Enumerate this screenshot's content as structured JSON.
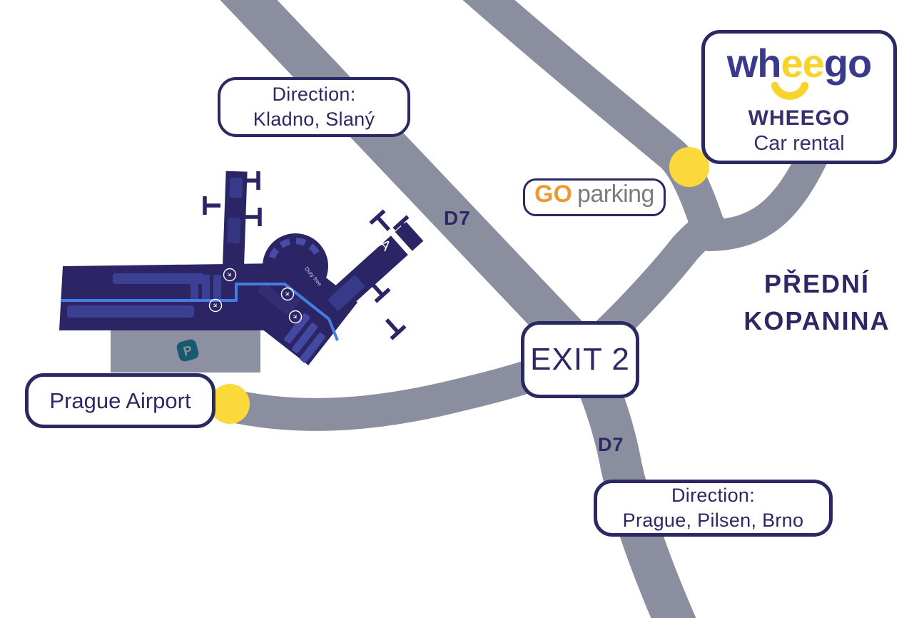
{
  "title": "WHEEGO car rental directions map",
  "colors": {
    "road_gray": "#8b8e9e",
    "terminal_navy": "#2b2565",
    "terminal_light": "#3c4095",
    "terminal_dark_patch": "#332e74",
    "walkway_blue": "#477ce0",
    "marker_yellow": "#fbd93a",
    "text_navy": "#2d2763",
    "box_border_navy": "#2b2963",
    "logo_navy": "#3a3a8c",
    "logo_yellow": "#f6d42c",
    "go_orange": "#ef9833",
    "parking_gray": "#7b7c80",
    "parking_badge_teal": "#175a70"
  },
  "boxes": {
    "direction_north": {
      "line1": "Direction:",
      "line2": "Kladno, Slaný"
    },
    "wheego": {
      "logo_wh": "wh",
      "logo_ee": "ee",
      "logo_go": "go",
      "name": "WHEEGO",
      "subtitle": "Car rental"
    },
    "go_parking": {
      "go": "GO",
      "parking": "parking"
    },
    "exit": {
      "label": "EXIT 2"
    },
    "prague_airport": {
      "label": "Prague Airport"
    },
    "direction_south": {
      "line1": "Direction:",
      "line2": "Prague, Pilsen, Brno"
    }
  },
  "roads": {
    "d7_north_label": "D7",
    "d7_south_label": "D7"
  },
  "area": {
    "line1": "PŘEDNÍ",
    "line2": "KOPANINA"
  },
  "terminal": {
    "pier_label": "A",
    "duty_free_label": "Duty free",
    "parking_icon_letter": "P",
    "airplane_icon": "✈"
  }
}
